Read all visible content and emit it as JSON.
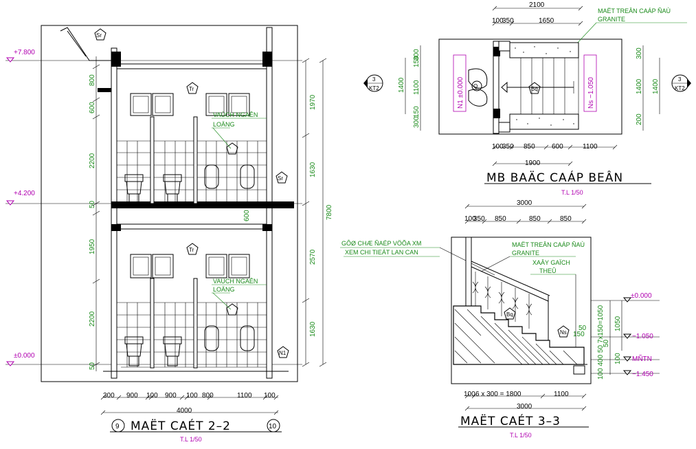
{
  "left_section": {
    "title": "MAËT CAÉT 2–2",
    "scale": "T.L 1/50",
    "axis_left": "9",
    "axis_right": "10",
    "levels": [
      "+7.800",
      "+4.200",
      "±0.000"
    ],
    "vert_dims_left": [
      "800",
      "600",
      "2200",
      "50",
      "1950",
      "2200",
      "50"
    ],
    "vert_dims_right": [
      "1970",
      "1630",
      "2570",
      "1630",
      "7800"
    ],
    "inner_dim": "600",
    "bottom_dims": [
      "300",
      "900",
      "100",
      "900",
      "100",
      "800",
      "1100",
      "100"
    ],
    "bottom_total": "4000",
    "notes": [
      "VAÙCH NGAÊN",
      "LOÄNG"
    ],
    "tags": [
      "Sr",
      "Tr",
      "Sr",
      "Tr",
      "N1"
    ]
  },
  "plan": {
    "title": "MB BAÄC CAÁP BEÂN",
    "scale": "T.L 1/50",
    "note": [
      "MAËT TREÂN CAÁP ÑAÙ",
      "GRANITE"
    ],
    "top_dims": [
      "2100",
      "100",
      "350",
      "1650"
    ],
    "bottom_dims": [
      "100",
      "350",
      "850",
      "600",
      "1100"
    ],
    "bottom_total": "1900",
    "left_dims": [
      "300",
      "150",
      "1100",
      "150",
      "300",
      "1400"
    ],
    "right_dims": [
      "300",
      "1400",
      "200"
    ],
    "level_n1": "N1 ±0.000",
    "level_ns": "Ns −1.050",
    "ref_left": [
      "3",
      "KT2"
    ],
    "ref_right": [
      "3",
      "KT2"
    ],
    "tag_bq": "Bq"
  },
  "section33": {
    "title": "MAËT CAÉT 3–3",
    "scale": "T.L 1/50",
    "top_dims": [
      "3000",
      "100",
      "350",
      "850",
      "850",
      "850"
    ],
    "notes_left": [
      "GÔØ CHÆ ÑAÉP VÖÕA XM",
      "XEM CHI TIEÁT LAN CAN"
    ],
    "notes_right": [
      "MAËT TREÂN CAÁP ÑAÙ",
      "GRANITE",
      "XAÂY GAÏCH",
      "THEÛ"
    ],
    "levels": [
      "±0.000",
      "−1.050",
      "MÑTN",
      "−1.450"
    ],
    "right_dims": [
      "1050",
      "50",
      "100"
    ],
    "vert_label": "100 400 50 7x150=1050",
    "bottom_dims": [
      "100",
      "6 x 300 = 1800",
      "1100"
    ],
    "bottom_total": "3000",
    "tag_bq": "Bq",
    "tag_ns": "Ns"
  }
}
